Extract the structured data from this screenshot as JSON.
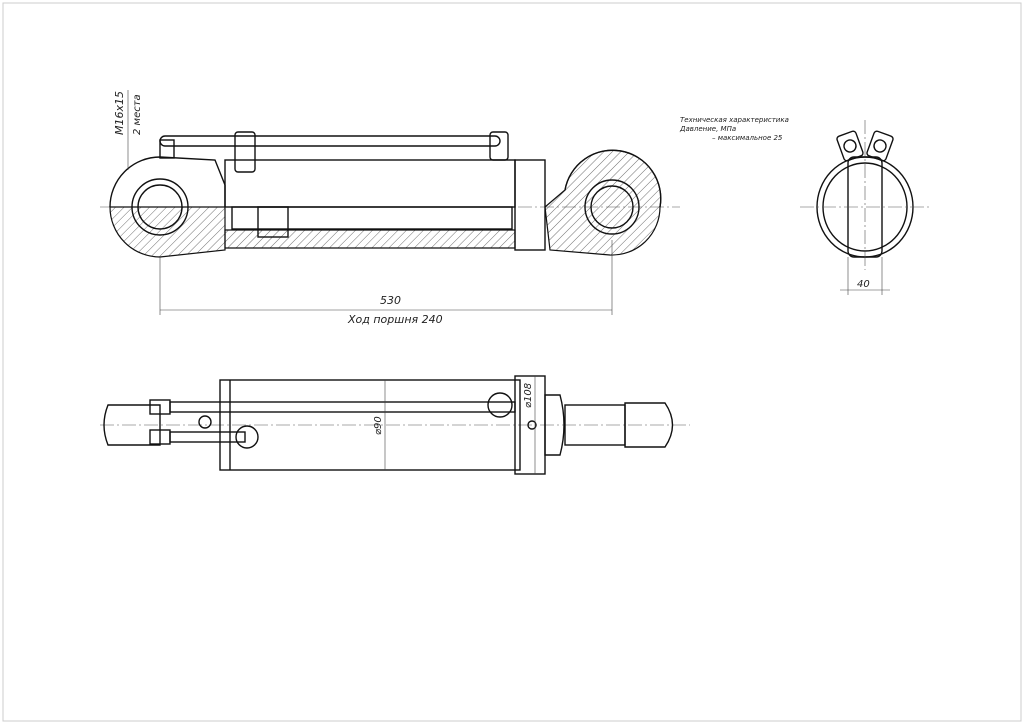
{
  "specs": {
    "title": "Техническая характеристика",
    "pressure_label": "Давление, МПа",
    "pressure_max": "– максимальное 25"
  },
  "dimensions": {
    "thread": "M16x15",
    "thread_count": "2 места",
    "length": "530",
    "stroke": "Ход поршня 240",
    "eye_width": "40",
    "bore_dia": "⌀90",
    "outer_dia": "⌀108"
  }
}
